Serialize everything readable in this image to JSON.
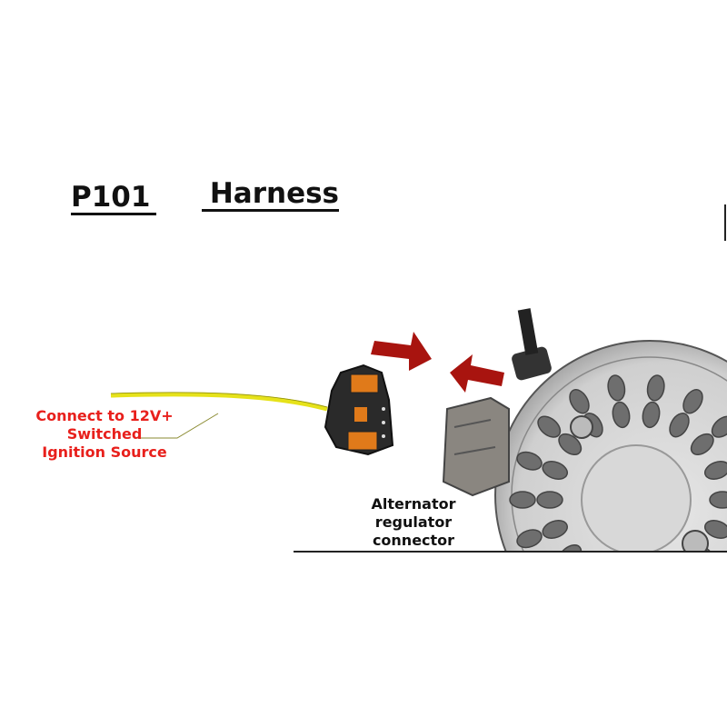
{
  "title": {
    "part": "P101",
    "name": "Harness"
  },
  "callouts": {
    "wire_label": [
      "Connect to 12V+",
      "Switched",
      "Ignition Source"
    ],
    "connector_label": [
      "Alternator",
      "regulator",
      "connector"
    ]
  },
  "colors": {
    "arrow": "#a8140f",
    "wire": "#e6e21a",
    "connector_body": "#2a2a2a",
    "connector_accent": "#e07a1a",
    "label_red": "#e8201c"
  },
  "icons": [
    "arrow-right-icon",
    "arrow-left-icon"
  ]
}
